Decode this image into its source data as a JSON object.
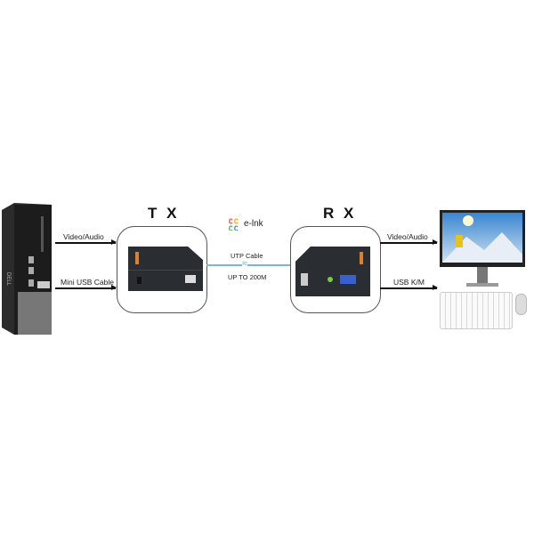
{
  "tx": {
    "title": "T X"
  },
  "rx": {
    "title": "R X"
  },
  "logo": {
    "text": "e-lnk"
  },
  "links": {
    "left_top": "Video/Audio",
    "left_bottom": "Mini USB Cable",
    "cable": "UTP Cable",
    "distance": "UP TO 200M",
    "right_top": "Video/Audio",
    "right_bottom": "USB K/M"
  },
  "colors": {
    "cable": "#7fb3d9",
    "device": "#2a2d31",
    "accent": "#d9822b"
  }
}
